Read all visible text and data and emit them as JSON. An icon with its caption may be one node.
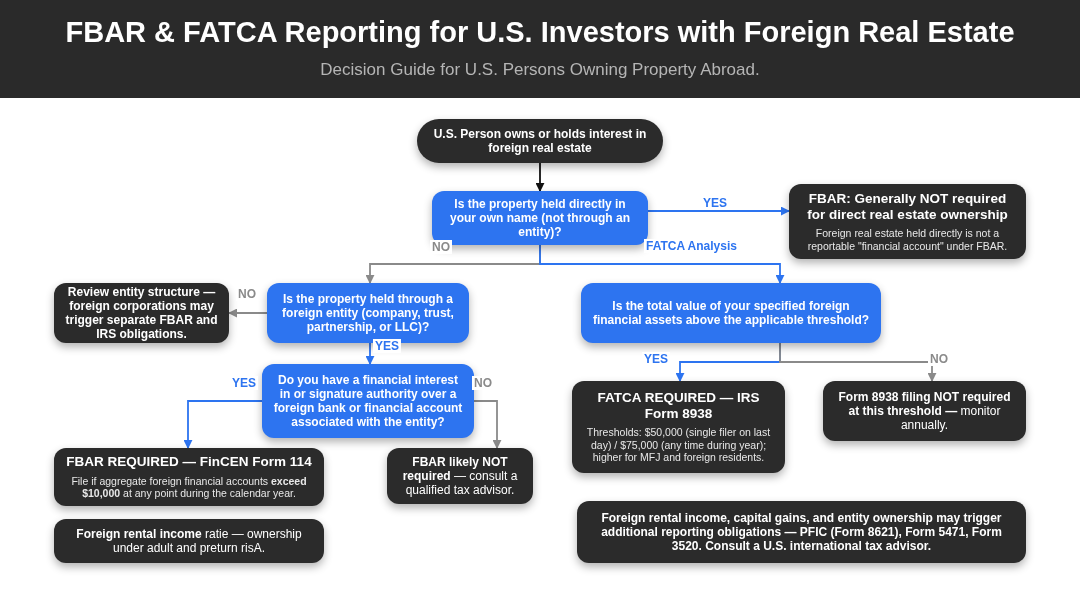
{
  "diagram": {
    "title": "FBAR & FATCA Reporting for U.S. Investors with Foreign Real Estate",
    "caption": "Decision Guide for U.S. Persons Owning Property Abroad.",
    "nodes": [
      {
        "text": [
          "U.S. Person owns or holds interest in foreign real estate"
        ]
      },
      {
        "text": [
          "Is the property held directly in your own name (not through an entity)?"
        ]
      },
      {
        "text": [
          "FBAR: Generally NOT required for direct real estate ownership",
          "Foreign real estate held directly is not a reportable \"financial account\" under FBAR."
        ]
      },
      {
        "text": [
          "Review entity structure — foreign corporations may trigger separate FBAR and IRS obligations."
        ]
      },
      {
        "text": [
          "Is the property held through a foreign entity (company, trust, partnership, or LLC)?"
        ]
      },
      {
        "text": [
          "Do you have a financial interest in or signature authority over a foreign bank or financial account associated with the entity?"
        ]
      },
      {
        "text": [
          "FBAR REQUIRED — FinCEN Form 114",
          "File if aggregate foreign financial accounts **exceed $10,000** at any point during the calendar year."
        ]
      },
      {
        "text": [
          "**FBAR likely NOT required** — consult a qualified tax advisor."
        ]
      },
      {
        "text": [
          "**Foreign rental income** ratie — ownership under adult and preturn risA."
        ]
      },
      {
        "text": [
          "Is the total value of your specified foreign financial assets above the applicable threshold?"
        ]
      },
      {
        "text": [
          "FATCA REQUIRED — IRS Form 8938",
          "Thresholds: $50,000 (single filer on last day) / $75,000 (any time during year); higher for MFJ and foreign residents."
        ]
      },
      {
        "text": [
          "**Form 8938 filing NOT required at this threshold —** monitor annually."
        ]
      },
      {
        "text": [
          "Foreign rental income, capital gains, and entity ownership may trigger additional reporting obligations — PFIC (Form 8621), Form 5471, Form 3520. Consult a U.S. international tax advisor."
        ]
      }
    ],
    "edges": [
      {
        "from": 0,
        "to": 1,
        "arrow": "to",
        "color": "#111111"
      },
      {
        "from": 1,
        "to": 2,
        "arrow": "to",
        "label": "YES"
      },
      {
        "from": 1,
        "to": 4,
        "arrow": "to",
        "label": "NO",
        "color": "#8a8a8a"
      },
      {
        "from": 1,
        "to": 9,
        "arrow": "to",
        "label": "FATCA Analysis"
      },
      {
        "from": 4,
        "to": 3,
        "arrow": "to",
        "label": "NO",
        "color": "#8a8a8a"
      },
      {
        "from": 4,
        "to": 5,
        "arrow": "to",
        "label": "YES"
      },
      {
        "from": 5,
        "to": 6,
        "arrow": "to",
        "label": "YES"
      },
      {
        "from": 5,
        "to": 7,
        "arrow": "to",
        "label": "NO",
        "color": "#8a8a8a"
      },
      {
        "from": 9,
        "to": 10,
        "arrow": "to",
        "label": "YES"
      },
      {
        "from": 9,
        "to": 11,
        "arrow": "to",
        "label": "NO",
        "color": "#8a8a8a"
      }
    ]
  }
}
